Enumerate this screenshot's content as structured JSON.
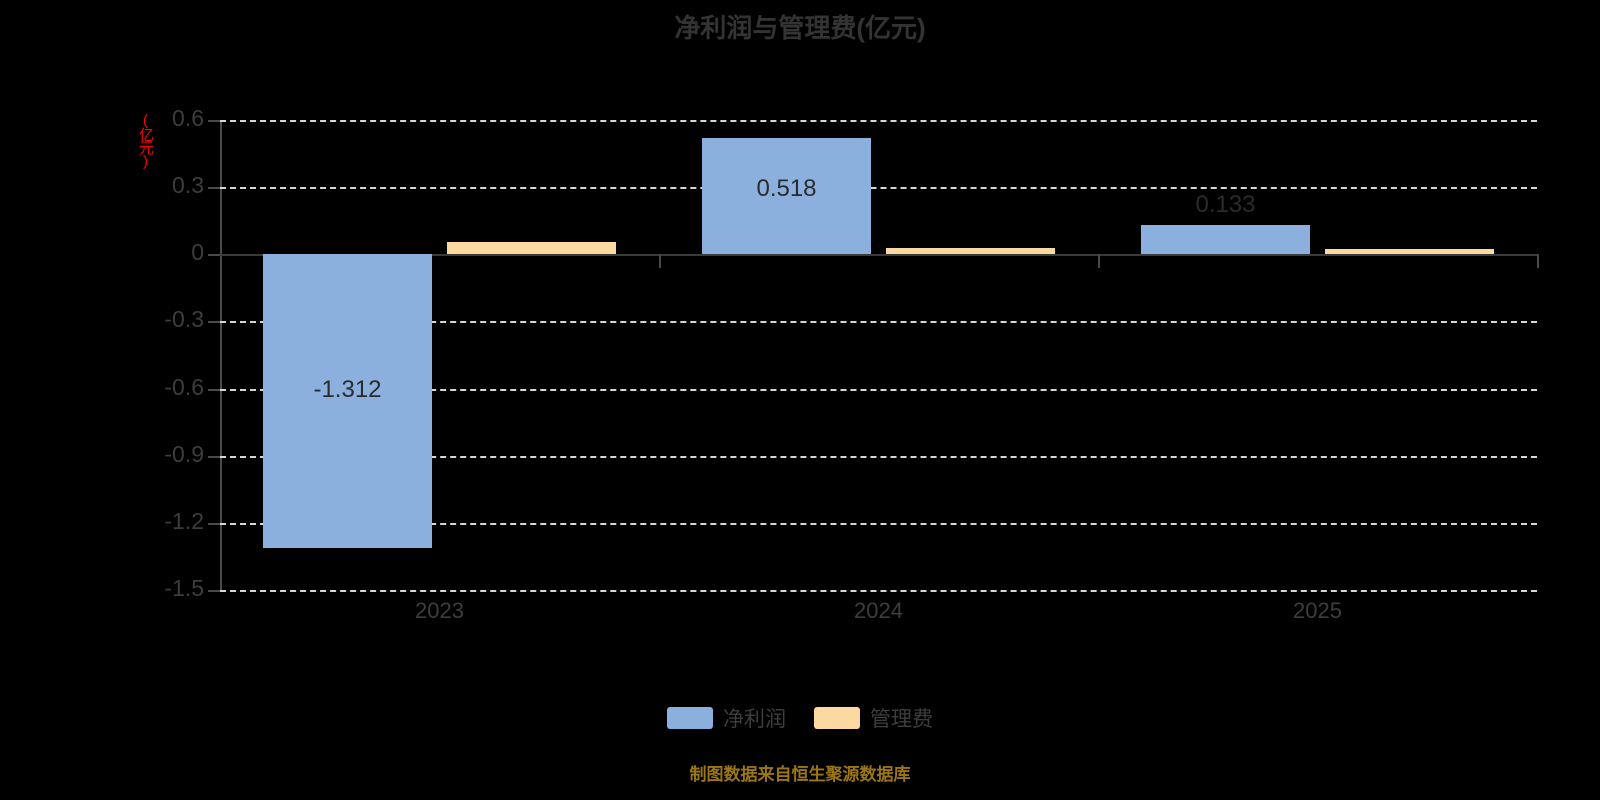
{
  "chart_data": {
    "type": "bar",
    "title": "净利润与管理费(亿元)",
    "xlabel": "",
    "ylabel": "(亿元)",
    "ylim": [
      -1.5,
      0.6
    ],
    "yticks": [
      "0.6",
      "0.3",
      "0",
      "-0.3",
      "-0.6",
      "-0.9",
      "-1.2",
      "-1.5"
    ],
    "ytick_values": [
      0.6,
      0.3,
      0,
      -0.3,
      -0.6,
      -0.9,
      -1.2,
      -1.5
    ],
    "grid": "horizontal-dashed",
    "legend_position": "bottom-center",
    "categories": [
      "2023",
      "2024",
      "2025"
    ],
    "series": [
      {
        "name": "净利润",
        "color": "#8cb0de",
        "values": [
          -1.312,
          0.518,
          0.133
        ],
        "labels": [
          "-1.312",
          "0.518",
          "0.133"
        ]
      },
      {
        "name": "管理费",
        "color": "#fcd9a0",
        "values": [
          0.054,
          0.03,
          0.022
        ],
        "labels": [
          "",
          "",
          ""
        ]
      }
    ],
    "annotations": {
      "source": "制图数据来自恒生聚源数据库",
      "source_color": "#9b7613"
    }
  },
  "title": {
    "text": "净利润与管理费(亿元)"
  },
  "axis": {
    "unit_label": "(亿元)",
    "unit_color": "#ff0000"
  },
  "legend": {
    "items": [
      {
        "label": "净利润",
        "color": "#8cb0de"
      },
      {
        "label": "管理费",
        "color": "#fcd9a0"
      }
    ]
  },
  "footer": {
    "note": "制图数据来自恒生聚源数据库"
  }
}
